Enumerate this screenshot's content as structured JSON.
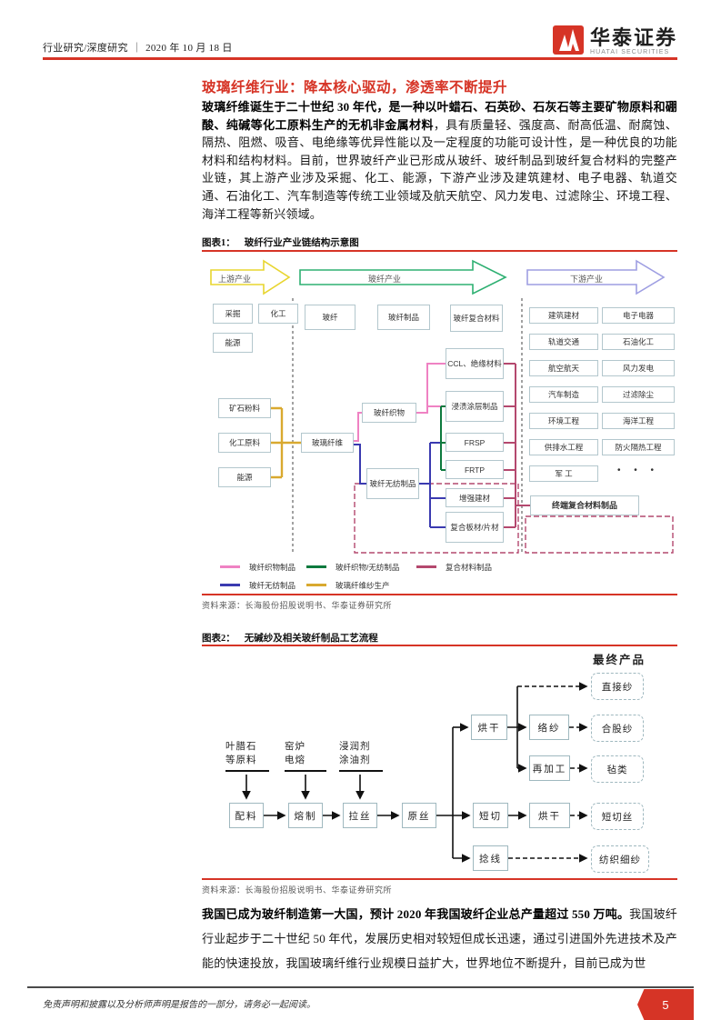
{
  "header": {
    "section": "行业研究/深度研究",
    "sep": "｜",
    "date": "2020 年 10 月 18 日",
    "brand": "华泰证券",
    "brand_en": "HUATAI SECURITIES"
  },
  "title": "玻璃纤维行业：降本核心驱动，渗透率不断提升",
  "para1": {
    "lead": "玻璃纤维诞生于二十世纪 30 年代，是一种以叶蜡石、石英砂、石灰石等主要矿物原料和硼酸、纯碱等化工原料生产的无机非金属材料",
    "rest": "，具有质量轻、强度高、耐高低温、耐腐蚀、隔热、阻燃、吸音、电绝缘等优异性能以及一定程度的功能可设计性，是一种优良的功能材料和结构材料。目前，世界玻纤产业已形成从玻纤、玻纤制品到玻纤复合材料的完整产业链，其上游产业涉及采掘、化工、能源，下游产业涉及建筑建材、电子电器、轨道交通、石油化工、汽车制造等传统工业领域及航天航空、风力发电、过滤除尘、环境工程、海洋工程等新兴领域。"
  },
  "fig1": {
    "label": "图表1：",
    "title": "玻纤行业产业链结构示意图",
    "sections": {
      "upstream": "上游产业",
      "mid": "玻纤产业",
      "downstream": "下游产业"
    },
    "upstream_industries": [
      "采掘",
      "化工",
      "能源"
    ],
    "upstream_inputs": [
      "矿石粉料",
      "化工原料",
      "能源"
    ],
    "mid_headers": [
      "玻纤",
      "玻纤制品",
      "玻纤复合材料"
    ],
    "glass_fiber": "玻璃纤维",
    "woven": "玻纤织物",
    "nonwoven": "玻纤无纺制品",
    "products": [
      "CCL、绝缘材料",
      "浸渍涂层制品",
      "FRSP",
      "FRTP",
      "增强建材",
      "复合板材/片材"
    ],
    "terminal": "终端复合材料制品",
    "downstream_industries": [
      "建筑建材",
      "电子电器",
      "轨道交通",
      "石油化工",
      "航空航天",
      "风力发电",
      "汽车制造",
      "过滤除尘",
      "环境工程",
      "海洋工程",
      "供排水工程",
      "防火隔热工程",
      "军  工"
    ],
    "ellipsis": "• • •",
    "legend": [
      {
        "color": "#ef82c3",
        "label": "玻纤织物制品"
      },
      {
        "color": "#0d7a3e",
        "label": "玻纤织物/无纺制品"
      },
      {
        "color": "#b4486e",
        "label": "复合材料制品"
      },
      {
        "color": "#3a3ab0",
        "label": "玻纤无纺制品"
      },
      {
        "color": "#d9a92f",
        "label": "玻璃纤维纱生产"
      }
    ],
    "source": "资料来源：长海股份招股说明书、华泰证券研究所"
  },
  "fig2": {
    "label": "图表2：",
    "title": "无碱纱及相关玻纤制品工艺流程",
    "final_label": "最终产品",
    "inputs": [
      {
        "l1": "叶腊石",
        "l2": "等原料"
      },
      {
        "l1": "窑炉",
        "l2": "电熔"
      },
      {
        "l1": "浸润剂",
        "l2": "涂油剂"
      }
    ],
    "steps": {
      "peiliao": "配料",
      "rongzhi": "熔制",
      "lasi": "拉丝",
      "yuansi": "原丝",
      "honggan1": "烘干",
      "luosha": "络纱",
      "zaijiagong": "再加工",
      "duanqie": "短切",
      "honggan2": "烘干",
      "nianxian": "捻线"
    },
    "finals": [
      "直接纱",
      "合股纱",
      "毡类",
      "短切丝",
      "纺织细纱"
    ],
    "source": "资料来源：长海股份招股说明书、华泰证券研究所"
  },
  "para2": {
    "lead": "我国已成为玻纤制造第一大国，预计 2020 年我国玻纤企业总产量超过 550 万吨。",
    "rest": "我国玻纤行业起步于二十世纪 50 年代，发展历史相对较短但成长迅速，通过引进国外先进技术及产能的快速投放，我国玻璃纤维行业规模日益扩大，世界地位不断提升，目前已成为世"
  },
  "footer": {
    "disclaimer": "免责声明和披露以及分析师声明是报告的一部分，请务必一起阅读。",
    "page": "5"
  },
  "colors": {
    "accent_red": "#d63426",
    "arrow_yellow": "#e8d52f",
    "arrow_green": "#2eb072",
    "arrow_purple": "#9e9ee2",
    "line_pink": "#ef82c3",
    "line_dark_green": "#0d7a3e",
    "line_blue": "#3a3ab0",
    "line_crimson": "#b4486e",
    "line_gold": "#d9a92f",
    "box_border": "#b3c7cd"
  }
}
